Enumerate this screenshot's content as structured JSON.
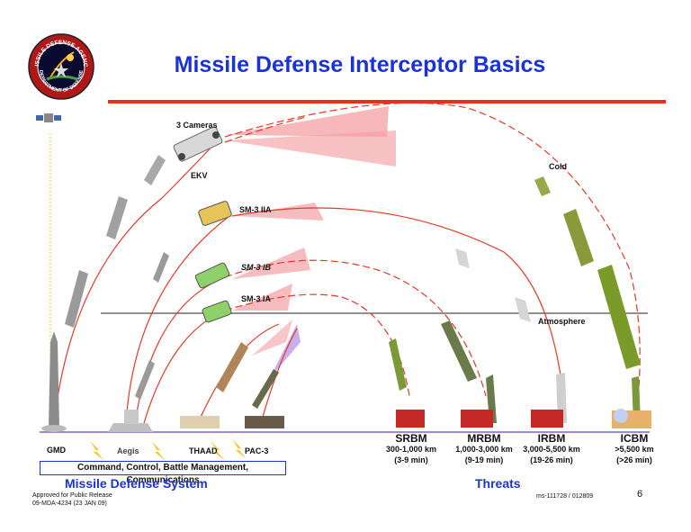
{
  "title": "Missile Defense Interceptor Basics",
  "logo": {
    "top_text": "MISSILE DEFENSE AGENCY",
    "bottom_text": "DEPARTMENT OF DEFENSE"
  },
  "interceptors": {
    "cameras": "3 Cameras",
    "ekv": "EKV",
    "sm3iia": "SM-3 IIA",
    "sm3ib": "SM-3 IB",
    "sm3ia": "SM-3 IA"
  },
  "annotations": {
    "cold": "Cold",
    "atmosphere": "Atmosphere"
  },
  "systems": {
    "gmd": "GMD",
    "aegis": "Aegis",
    "thaad": "THAAD",
    "pac3": "PAC-3"
  },
  "threats": [
    {
      "name": "SRBM",
      "range": "300-1,000 km",
      "time": "(3-9 min)"
    },
    {
      "name": "MRBM",
      "range": "1,000-3,000 km",
      "time": "(9-19 min)"
    },
    {
      "name": "IRBM",
      "range": "3,000-5,500 km",
      "time": "(19-26 min)"
    },
    {
      "name": "ICBM",
      "range": ">5,500 km",
      "time": "(>26 min)"
    }
  ],
  "command_box": "Command, Control, Battle Management, Communications",
  "missile_defense_system": "Missile Defense System",
  "threats_heading": "Threats",
  "footer": {
    "approved_line1": "Approved for Public Release",
    "approved_line2": "09-MDA-4234 (23 JAN 09)",
    "code": "ms-111728 / 012809",
    "page": "6"
  },
  "colors": {
    "title_blue": "#1a32d6",
    "red_bar": "#e8301c",
    "trajectory_red": "#e4392a",
    "ground_purple": "#8a5cd6",
    "sensor_pink": "#f4a0a4",
    "threat_green": "#7a9a3a"
  }
}
